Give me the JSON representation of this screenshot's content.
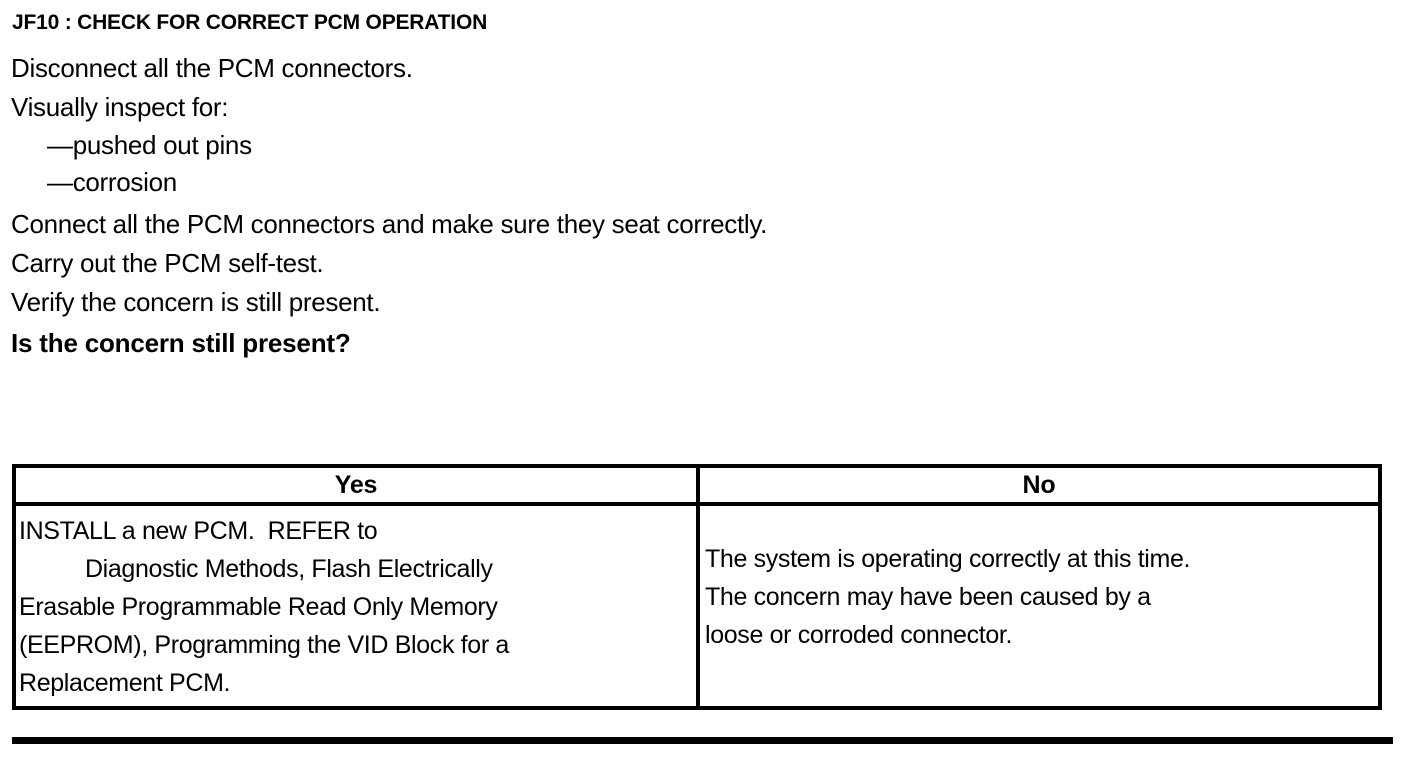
{
  "document": {
    "title": "JF10 : CHECK FOR CORRECT PCM OPERATION",
    "steps": [
      "Disconnect all the PCM connectors.",
      "Visually inspect for:",
      "—pushed out pins",
      "—corrosion",
      "Connect all the PCM connectors and make sure they seat correctly.",
      "Carry out the PCM self-test.",
      "Verify the concern is still present."
    ],
    "question": "Is the concern still present?"
  },
  "decision_table": {
    "headers": {
      "yes": "Yes",
      "no": "No"
    },
    "cells": {
      "yes": "INSTALL a new PCM.  REFER to\n          Diagnostic Methods, Flash Electrically\nErasable Programmable Read Only Memory\n(EEPROM), Programming the VID Block for a\nReplacement PCM.",
      "no": "The system is operating correctly at this time.\nThe concern may have been caused by a\nloose or corroded connector."
    }
  },
  "colors": {
    "ink": "#000000",
    "paper": "#ffffff"
  }
}
